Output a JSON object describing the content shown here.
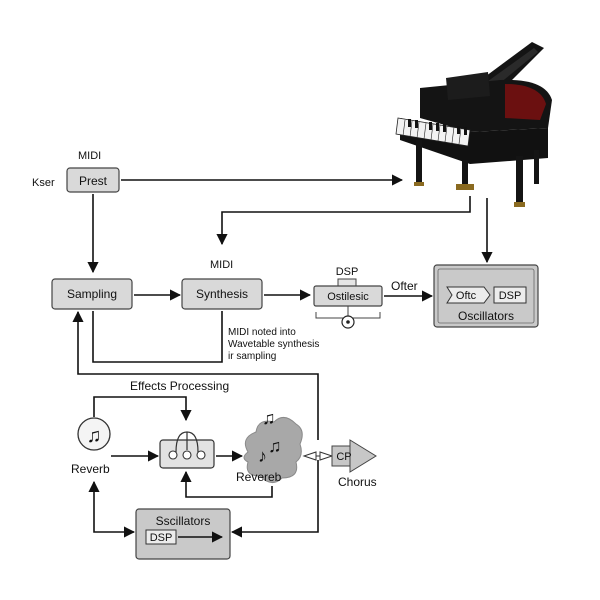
{
  "labels": {
    "midi_top": "MIDI",
    "kser": "Kser",
    "prest": "Prest",
    "sampling": "Sampling",
    "midi_mid": "MIDI",
    "synthesis": "Synthesis",
    "dsp_label": "DSP",
    "ostilesic": "Ostilesic",
    "ofter": "Ofter",
    "oftc": "Oftc",
    "dsp_osc": "DSP",
    "oscillators": "Oscillators",
    "note_line1": "MIDI noted into",
    "note_line2": "Wavetable synthesis",
    "note_line3": "ir sampling",
    "effects_processing": "Effects Processing",
    "reverb_left": "Reverb",
    "revereb": "Revereb",
    "cp": "CP",
    "chorus": "Chorus",
    "sscillators": "Sscillators",
    "dsp_bottom": "DSP"
  },
  "colors": {
    "box_fill": "#d9d9d9",
    "box_stroke": "#444444",
    "cloud_fill": "#a8a8a8",
    "piano_body": "#141414"
  },
  "icons": {
    "piano": "grand-piano-icon",
    "music_note": "music-note-icon",
    "mixer": "signal-mixer-icon",
    "cloud": "reverb-cloud-icon",
    "knob": "knob-icon"
  }
}
